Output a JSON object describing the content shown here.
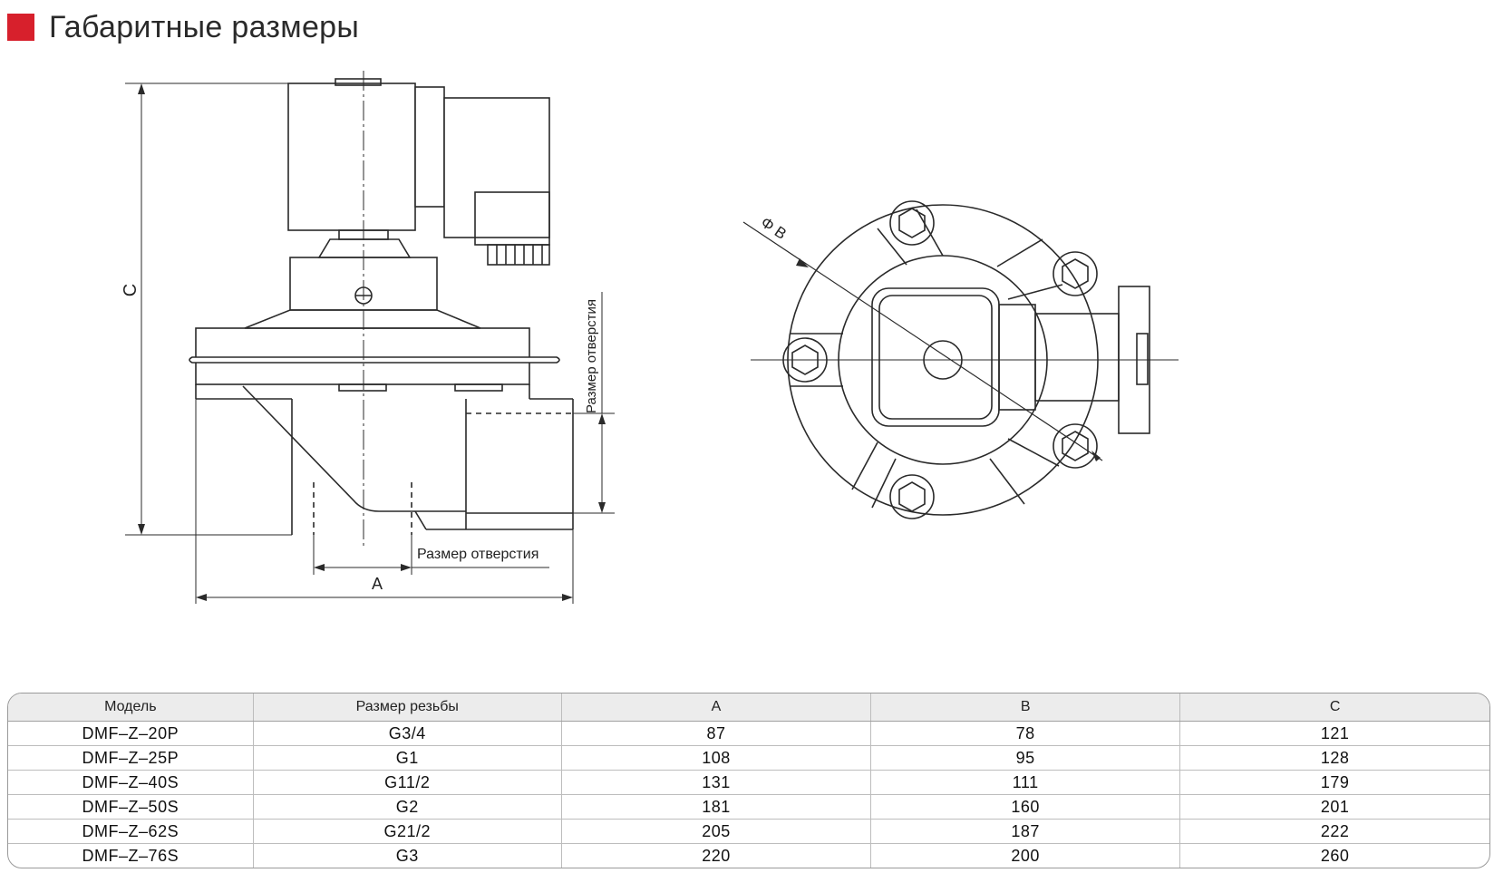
{
  "header": {
    "title": "Габаритные размеры",
    "accent": "#d7202c"
  },
  "drawing": {
    "label_c": "C",
    "label_a": "A",
    "label_hole_bottom": "Размер отверстия",
    "label_hole_side": "Размер отверстия",
    "label_phi_b": "Φ B"
  },
  "table": {
    "headers": [
      "Модель",
      "Размер резьбы",
      "A",
      "B",
      "C"
    ],
    "rows": [
      [
        "DMF–Z–20P",
        "G3/4",
        "87",
        "78",
        "121"
      ],
      [
        "DMF–Z–25P",
        "G1",
        "108",
        "95",
        "128"
      ],
      [
        "DMF–Z–40S",
        "G11/2",
        "131",
        "111",
        "179"
      ],
      [
        "DMF–Z–50S",
        "G2",
        "181",
        "160",
        "201"
      ],
      [
        "DMF–Z–62S",
        "G21/2",
        "205",
        "187",
        "222"
      ],
      [
        "DMF–Z–76S",
        "G3",
        "220",
        "200",
        "260"
      ]
    ]
  }
}
